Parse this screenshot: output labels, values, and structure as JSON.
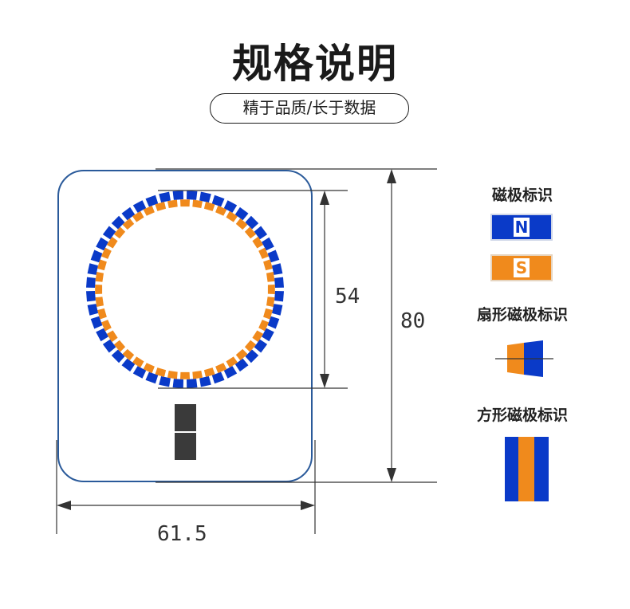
{
  "header": {
    "title": "规格说明",
    "subtitle": "精于品质/长于数据"
  },
  "dimensions": {
    "ring_diameter": "54",
    "height": "80",
    "width": "61.5"
  },
  "legend": {
    "magnet_mark_title": "磁极标识",
    "north_label": "N",
    "south_label": "S",
    "sector_mark_title": "扇形磁极标识",
    "square_mark_title": "方形磁极标识"
  },
  "colors": {
    "north": "#0a3ac8",
    "south": "#f08a1c",
    "outline": "#2a5a9a",
    "dimension_line": "#333333"
  },
  "ring": {
    "segment_count": 44
  }
}
